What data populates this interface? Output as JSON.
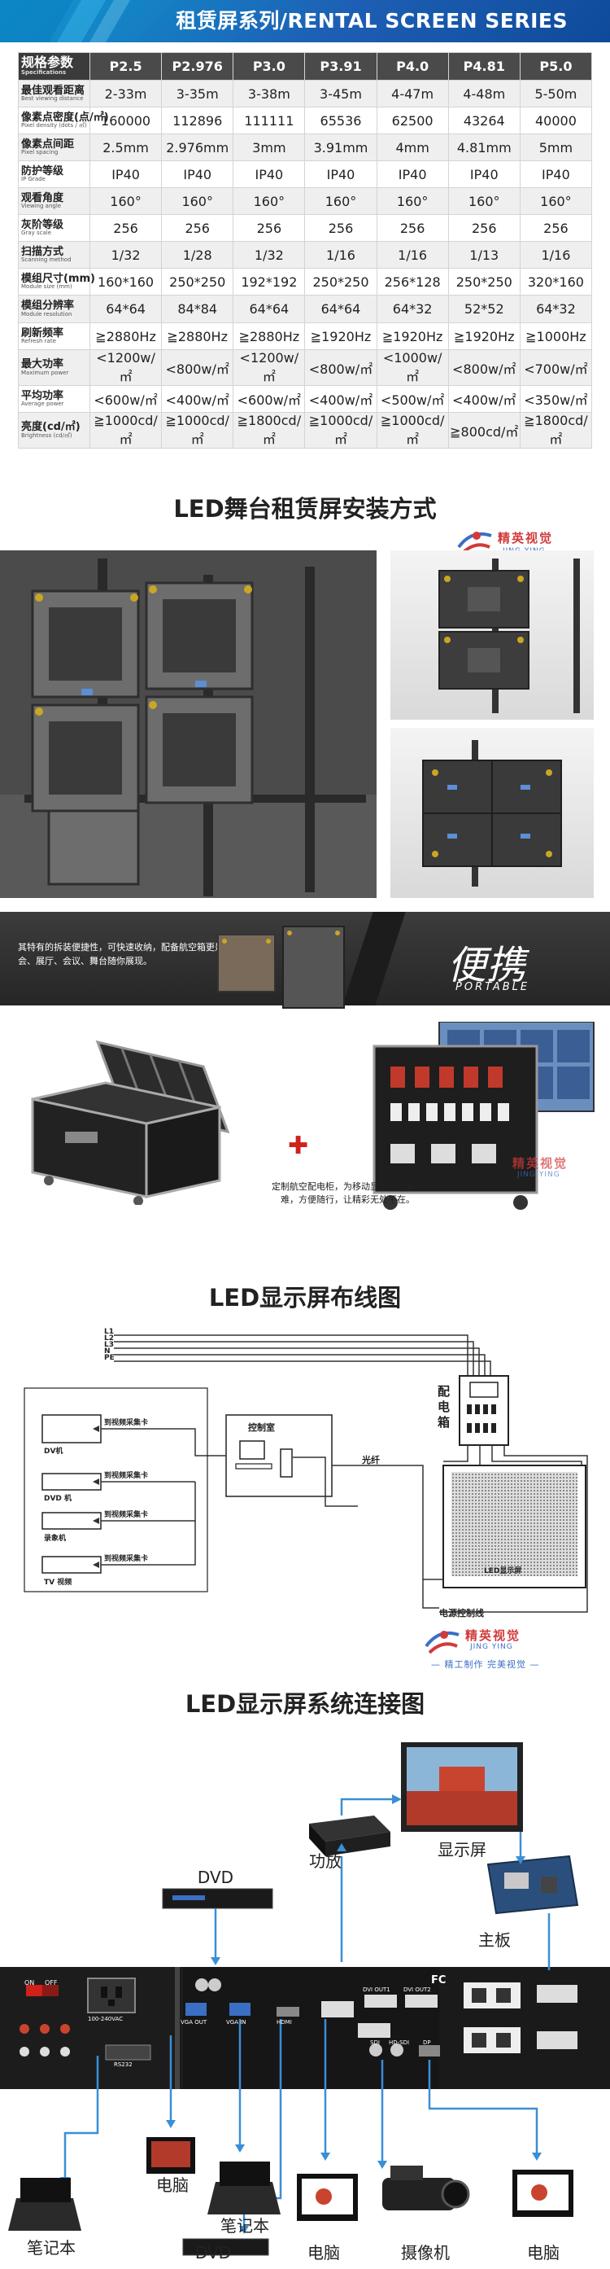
{
  "header": {
    "title": "租赁屏系列/RENTAL SCREEN SERIES"
  },
  "spec_table": {
    "header_label_zh": "规格参数",
    "header_label_en": "Specifications",
    "models": [
      "P2.5",
      "P2.976",
      "P3.0",
      "P3.91",
      "P4.0",
      "P4.81",
      "P5.0"
    ],
    "rows": [
      {
        "zh": "最佳观看距离",
        "en": "Best viewing distance",
        "values": [
          "2-33m",
          "3-35m",
          "3-38m",
          "3-45m",
          "4-47m",
          "4-48m",
          "5-50m"
        ]
      },
      {
        "zh": "像素点密度(点/㎡)",
        "en": "Pixel density (dots / ㎡)",
        "values": [
          "160000",
          "112896",
          "111111",
          "65536",
          "62500",
          "43264",
          "40000"
        ]
      },
      {
        "zh": "像素点间距",
        "en": "Pixel spacing",
        "values": [
          "2.5mm",
          "2.976mm",
          "3mm",
          "3.91mm",
          "4mm",
          "4.81mm",
          "5mm"
        ]
      },
      {
        "zh": "防护等级",
        "en": "IP Grade",
        "values": [
          "IP40",
          "IP40",
          "IP40",
          "IP40",
          "IP40",
          "IP40",
          "IP40"
        ]
      },
      {
        "zh": "观看角度",
        "en": "Viewing angle",
        "values": [
          "160°",
          "160°",
          "160°",
          "160°",
          "160°",
          "160°",
          "160°"
        ]
      },
      {
        "zh": "灰阶等级",
        "en": "Gray scale",
        "values": [
          "256",
          "256",
          "256",
          "256",
          "256",
          "256",
          "256"
        ]
      },
      {
        "zh": "扫描方式",
        "en": "Scanning method",
        "values": [
          "1/32",
          "1/28",
          "1/32",
          "1/16",
          "1/16",
          "1/13",
          "1/16"
        ]
      },
      {
        "zh": "模组尺寸(mm)",
        "en": "Module size (mm)",
        "values": [
          "160*160",
          "250*250",
          "192*192",
          "250*250",
          "256*128",
          "250*250",
          "320*160"
        ]
      },
      {
        "zh": "模组分辨率",
        "en": "Module resolution",
        "values": [
          "64*64",
          "84*84",
          "64*64",
          "64*64",
          "64*32",
          "52*52",
          "64*32"
        ]
      },
      {
        "zh": "刷新频率",
        "en": "Refresh rate",
        "values": [
          "≧2880Hz",
          "≧2880Hz",
          "≧2880Hz",
          "≧1920Hz",
          "≧1920Hz",
          "≧1920Hz",
          "≧1000Hz"
        ]
      },
      {
        "zh": "最大功率",
        "en": "Maximum power",
        "values": [
          "<1200w/㎡",
          "<800w/㎡",
          "<1200w/㎡",
          "<800w/㎡",
          "<1000w/㎡",
          "<800w/㎡",
          "<700w/㎡"
        ]
      },
      {
        "zh": "平均功率",
        "en": "Average power",
        "values": [
          "<600w/㎡",
          "<400w/㎡",
          "<600w/㎡",
          "<400w/㎡",
          "<500w/㎡",
          "<400w/㎡",
          "<350w/㎡"
        ]
      },
      {
        "zh": "亮度(cd/㎡)",
        "en": "Brightness (cd/㎡)",
        "values": [
          "≧1000cd/㎡",
          "≧1000cd/㎡",
          "≧1800cd/㎡",
          "≧1000cd/㎡",
          "≧1000cd/㎡",
          "≧800cd/㎡",
          "≧1800cd/㎡"
        ]
      }
    ]
  },
  "install": {
    "title": "LED舞台租赁屏安装方式"
  },
  "watermark": {
    "name": "精英视觉",
    "sub": "JING YING",
    "slogan": "— 精工制作  完美视觉 —"
  },
  "portable": {
    "intro": "其特有的拆装便捷性，可快速收纳，配备航空箱更是便捷，宴会、展厅、会议、舞台随你展现。",
    "title_zh": "便携",
    "title_en": "PORTABLE",
    "cabinet_note": "定制航空配电柜，为移动显示排忧解难，方便随行，让精彩无处不在。"
  },
  "wiring": {
    "title": "LED显示屏布线图",
    "lines": [
      "L1",
      "L2",
      "L3",
      "N",
      "PE"
    ],
    "dist_box": "配电箱",
    "control_room": "控制室",
    "fiber": "光纤",
    "screen": "LED显示屏",
    "power_line": "电源控制线",
    "devices": [
      {
        "name": "DV机",
        "target": "到视频采集卡"
      },
      {
        "name": "DVD 机",
        "target": "到视频采集卡"
      },
      {
        "name": "录象机",
        "target": "到视频采集卡"
      },
      {
        "name": "TV 视频",
        "target": "到视频采集卡"
      }
    ]
  },
  "connection": {
    "title": "LED显示屏系统连接图",
    "display": "显示屏",
    "amp": "功放",
    "dvd_top": "DVD",
    "mainboard": "主板",
    "laptop1": "笔记本",
    "pc1": "电脑",
    "laptop2": "笔记本",
    "dvd_bottom": "DVD",
    "pc2": "电脑",
    "camera": "摄像机",
    "pc3": "电脑",
    "panel": {
      "on": "ON",
      "off": "OFF",
      "voltage": "100-240VAC",
      "vga_out": "VGA OUT",
      "vga_in": "VGA IN",
      "hdmi": "HDMI",
      "dvi_out1": "DVI OUT1",
      "dvi_out2": "DVI OUT2",
      "sdi": "SDI",
      "hd_sdi": "HD-SDI",
      "dp": "DP",
      "rs232": "RS232"
    },
    "fc_mark": "FC"
  }
}
